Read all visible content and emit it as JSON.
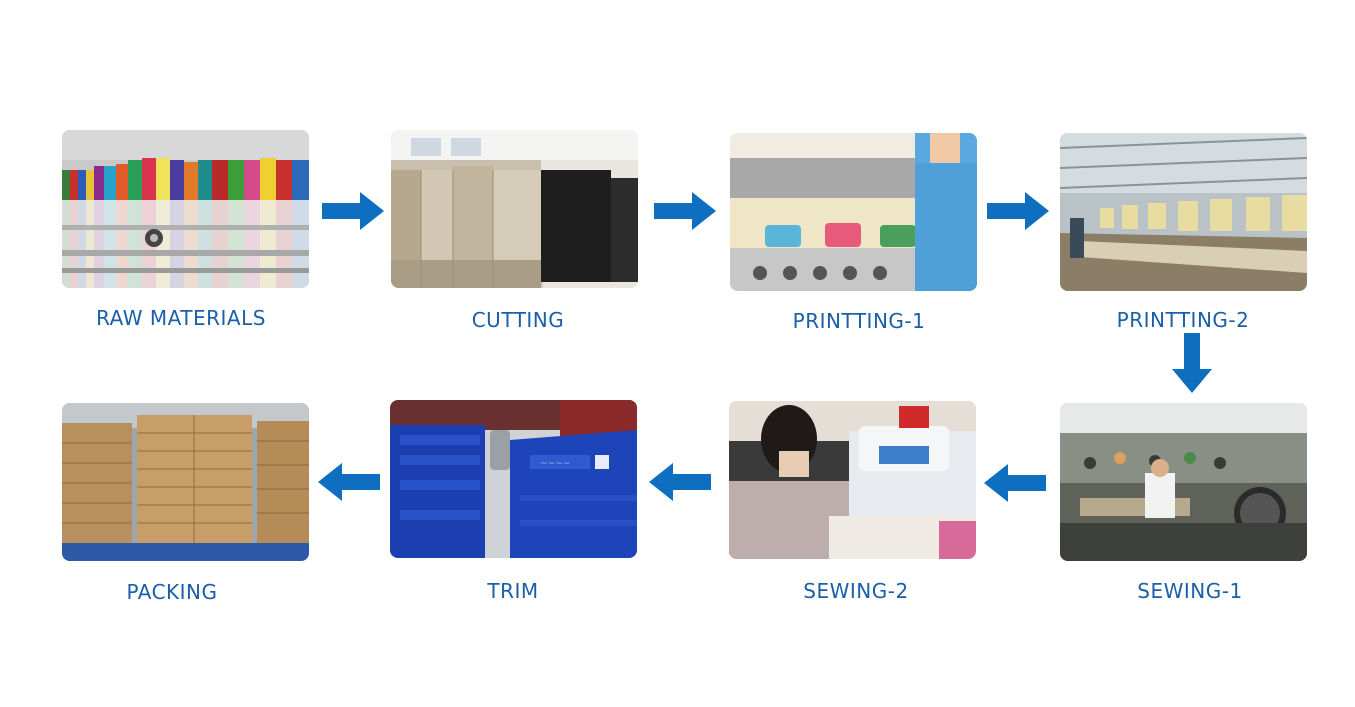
{
  "colors": {
    "arrow": "#0e6fc1",
    "label": "#1a5fa8"
  },
  "steps": [
    {
      "label": "RAW MATERIALS"
    },
    {
      "label": "CUTTING"
    },
    {
      "label": "PRINTTING-1"
    },
    {
      "label": "PRINTTING-2"
    },
    {
      "label": "SEWING-1"
    },
    {
      "label": "SEWING-2"
    },
    {
      "label": "TRIM"
    },
    {
      "label": "PACKING"
    }
  ]
}
